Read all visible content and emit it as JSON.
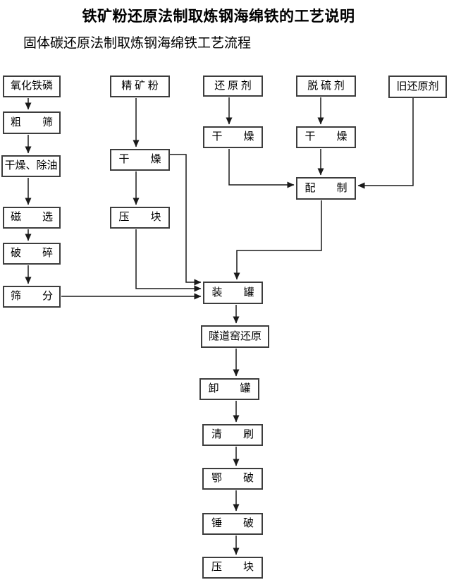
{
  "page": {
    "title": "铁矿粉还原法制取炼钢海绵铁的工艺说明",
    "subtitle": "固体碳还原法制取炼钢海绵铁工艺流程"
  },
  "nodes": {
    "oxide_scale": {
      "label": "氧化铁磷"
    },
    "coarse_screen": {
      "label": "粗　　筛"
    },
    "dry_deoil": {
      "label": "干燥、除油"
    },
    "magnetic_sep": {
      "label": "磁　　选"
    },
    "crushing": {
      "label": "破　　碎"
    },
    "screening": {
      "label": "筛　　分"
    },
    "concentrate": {
      "label": "精 矿 粉"
    },
    "drying_conc": {
      "label": "干　　燥"
    },
    "briquette_a": {
      "label": "压　　块"
    },
    "reductant": {
      "label": "还 原 剂"
    },
    "drying_red": {
      "label": "干　　燥"
    },
    "desulfurizer": {
      "label": "脱 硫 剂"
    },
    "drying_des": {
      "label": "干　　燥"
    },
    "blending": {
      "label": "配　　制"
    },
    "old_reductant": {
      "label": "旧还原剂"
    },
    "canning": {
      "label": "装　　罐"
    },
    "tunnel_kiln": {
      "label": "隧道窑还原"
    },
    "decanning": {
      "label": "卸　　罐"
    },
    "brushing": {
      "label": "清　　刷"
    },
    "jaw_crushing": {
      "label": "鄂　　破"
    },
    "hammer_crushing": {
      "label": "锤　　破"
    },
    "briquette_b": {
      "label": "压　　块"
    }
  },
  "edges": [
    {
      "from": "oxide_scale",
      "to": "coarse_screen"
    },
    {
      "from": "coarse_screen",
      "to": "dry_deoil"
    },
    {
      "from": "dry_deoil",
      "to": "magnetic_sep"
    },
    {
      "from": "magnetic_sep",
      "to": "crushing"
    },
    {
      "from": "crushing",
      "to": "screening"
    },
    {
      "from": "screening",
      "to": "canning"
    },
    {
      "from": "concentrate",
      "to": "drying_conc"
    },
    {
      "from": "drying_conc",
      "to": "briquette_a"
    },
    {
      "from": "drying_conc",
      "to": "canning"
    },
    {
      "from": "briquette_a",
      "to": "canning"
    },
    {
      "from": "reductant",
      "to": "drying_red"
    },
    {
      "from": "drying_red",
      "to": "blending"
    },
    {
      "from": "desulfurizer",
      "to": "drying_des"
    },
    {
      "from": "drying_des",
      "to": "blending"
    },
    {
      "from": "old_reductant",
      "to": "blending"
    },
    {
      "from": "blending",
      "to": "canning"
    },
    {
      "from": "canning",
      "to": "tunnel_kiln"
    },
    {
      "from": "tunnel_kiln",
      "to": "decanning"
    },
    {
      "from": "decanning",
      "to": "brushing"
    },
    {
      "from": "brushing",
      "to": "jaw_crushing"
    },
    {
      "from": "jaw_crushing",
      "to": "hammer_crushing"
    },
    {
      "from": "hammer_crushing",
      "to": "briquette_b"
    }
  ],
  "colors": {
    "line": "#1a1a1a",
    "box_border": "#3d3d3d",
    "text": "#000000",
    "background": "#ffffff"
  }
}
